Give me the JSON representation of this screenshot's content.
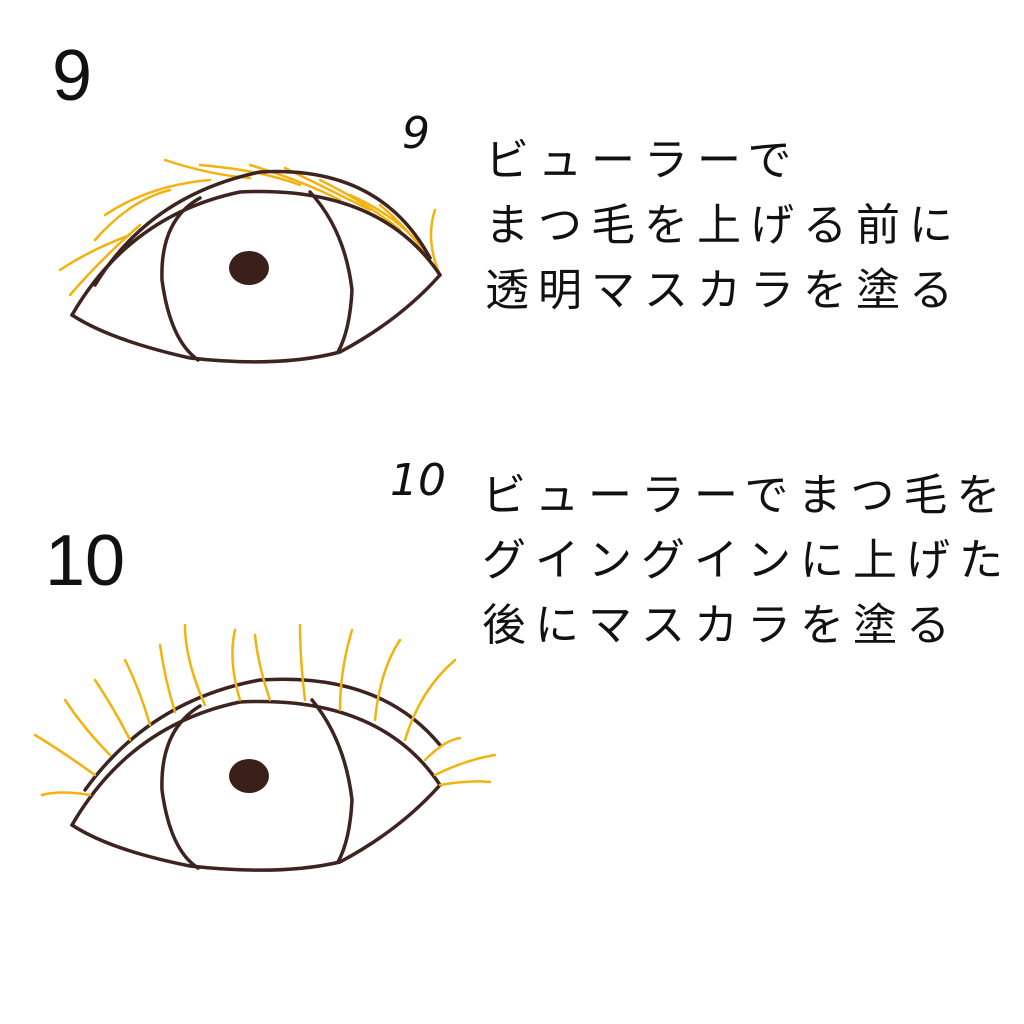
{
  "step9": {
    "number_large": "9",
    "number_small": "9",
    "caption_lines": [
      "ビューラーで",
      "まつ毛を上げる前に",
      "透明マスカラを塗る"
    ]
  },
  "step10": {
    "number_large": "10",
    "number_small": "10",
    "caption_lines": [
      "ビューラーでまつ毛を",
      "グイングインに上げた",
      "後にマスカラを塗る"
    ]
  },
  "colors": {
    "outline": "#3d2420",
    "lash": "#f2b20f",
    "pupil": "#3a1f1a"
  }
}
